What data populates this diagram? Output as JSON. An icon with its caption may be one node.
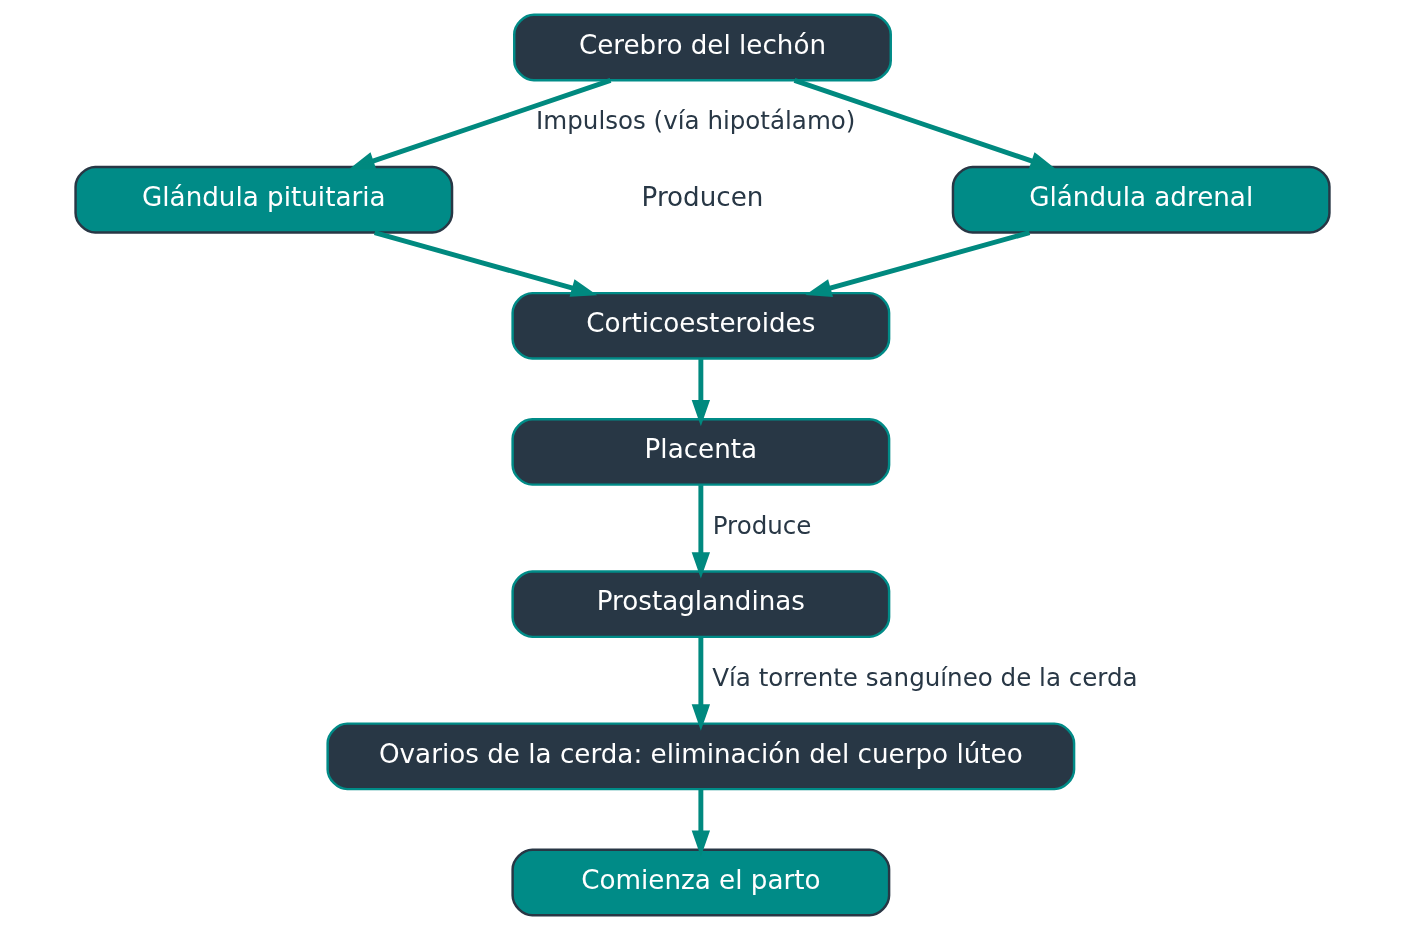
{
  "diagram": {
    "nodes": [
      {
        "text": [
          "Cerebro del lechón"
        ]
      },
      {
        "text": [
          "Glándula pituitaria"
        ]
      },
      {
        "text": [
          "Glándula adrenal"
        ]
      },
      {
        "text": [
          "Corticoesteroides"
        ]
      },
      {
        "text": [
          "Placenta"
        ]
      },
      {
        "text": [
          "Prostaglandinas"
        ]
      },
      {
        "text": [
          "Ovarios de la cerda: eliminación del cuerpo lúteo"
        ]
      },
      {
        "text": [
          "Comienza el parto"
        ]
      }
    ],
    "edges": [
      {
        "from": 0,
        "to": 1,
        "arrow": "to",
        "label": "Impulsos (vía hipotálamo)"
      },
      {
        "from": 0,
        "to": 2,
        "arrow": "to"
      },
      {
        "from": 1,
        "to": 3,
        "arrow": "to"
      },
      {
        "from": 2,
        "to": 3,
        "arrow": "to"
      },
      {
        "from": 3,
        "to": 4,
        "arrow": "to"
      },
      {
        "from": 4,
        "to": 5,
        "arrow": "to",
        "label": "Produce"
      },
      {
        "from": 5,
        "to": 6,
        "arrow": "to",
        "label": "Vía torrente sanguíneo de la cerda"
      },
      {
        "from": 6,
        "to": 7,
        "arrow": "to"
      }
    ],
    "labels": [
      "Producen"
    ]
  }
}
